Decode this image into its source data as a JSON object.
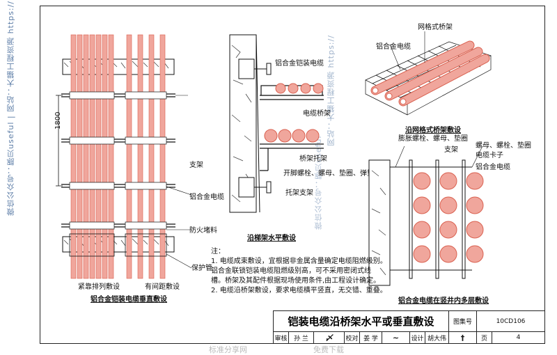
{
  "watermark": {
    "left_vertical": "微信公众号：豚贝useful  |  网站：大猫工程资源  https://",
    "center_vertical_1": "网站：大猫工程资源  https://",
    "center_vertical_2": "微信公众号：豚贝useful"
  },
  "left_figure": {
    "caption": "铝合金铠装电缆垂直敷设",
    "sub_left": "紧靠排列敷设",
    "sub_right": "有间距敷设",
    "dimension": "1800",
    "labels": {
      "support": "支架",
      "cable": "铝合金电缆",
      "fire_block": "防火堵料",
      "protect_pipe": "保护管"
    }
  },
  "middle_figure": {
    "caption": "沿梯架水平敷设",
    "labels": {
      "armored_cable": "铝合金铠装电缆",
      "ladder": "电缆桥架",
      "bracket_support": "桥架托架",
      "bolts": "开脚螺栓、螺母、垫圈、弹垫",
      "bracket": "托架支架"
    }
  },
  "right_top_figure": {
    "caption": "沿网格式桥架敷设",
    "labels": {
      "mesh_tray": "网格式桥架",
      "cable": "铝合金电缆"
    }
  },
  "right_bottom_figure": {
    "caption": "铝合金电缆在竖井内多层敷设",
    "labels": {
      "expansion_bolt": "膨胀螺栓、螺母、垫圈",
      "support": "支架",
      "screw": "螺母、螺栓、垫圈",
      "clip": "电缆卡子",
      "cable": "铝合金电缆"
    }
  },
  "notes": {
    "head": "注：",
    "line1": "1.  电缆成束敷设，宜根据非金属含量确定电缆阻燃级别。",
    "line2": "     铝合金联锁铠装电缆阻燃级别高，可不采用密闭式线",
    "line3": "     槽。桥架及其配件根据现场使用条件,由工程设计确定。",
    "line4": "2.  电缆沿桥架敷设，要求电缆横平竖直，无交错、重叠。"
  },
  "title_block": {
    "title": "铠装电缆沿桥架水平或垂直敷设",
    "atlas_label": "图集号",
    "atlas_no": "10CD106",
    "review_label": "审核",
    "review_name": "孙 兰",
    "check_label": "校对",
    "check_name": "姜 学",
    "design_label": "设计",
    "design_name": "胡大伟",
    "page_label": "页",
    "page_no": "4"
  },
  "footer": {
    "left": "标准分享网",
    "right": "免费下载"
  },
  "colors": {
    "cable": "#f0a69c",
    "cable_dark": "#d9604f",
    "line": "#111111",
    "hatch": "#444444"
  }
}
